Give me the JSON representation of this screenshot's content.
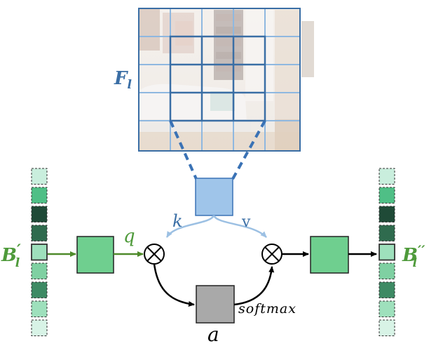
{
  "labels": {
    "feature_map": "F",
    "feature_map_sub": "l",
    "key": "k",
    "value": "v",
    "query": "q",
    "attention": "a",
    "softmax": "softmax",
    "input_tokens": "B",
    "input_tokens_prime": "′",
    "input_tokens_sub": "l",
    "output_tokens": "B",
    "output_tokens_prime": "′′",
    "output_tokens_sub": "l"
  },
  "colors": {
    "grid_dark": "#3a6ea5",
    "grid_light": "#8fb8e0",
    "kv_box_fill": "#9fc5ea",
    "kv_box_stroke": "#3a72b5",
    "kv_arrow": "#9cc0e3",
    "label_blue": "#3a6ea5",
    "green_box_fill": "#6fcf8f",
    "green_box_stroke": "#222222",
    "query_arrow": "#4e8a2a",
    "label_green": "#4e9a3a",
    "attn_box_fill": "#a9a9a9",
    "black": "#000000"
  },
  "token_column_colors": [
    "#c9eedd",
    "#4fbf86",
    "#1f4a37",
    "#2f6b4e",
    "#9ee0bc",
    "#7fd0a2",
    "#3e8a64",
    "#9ee0bc",
    "#d8f3e6"
  ]
}
